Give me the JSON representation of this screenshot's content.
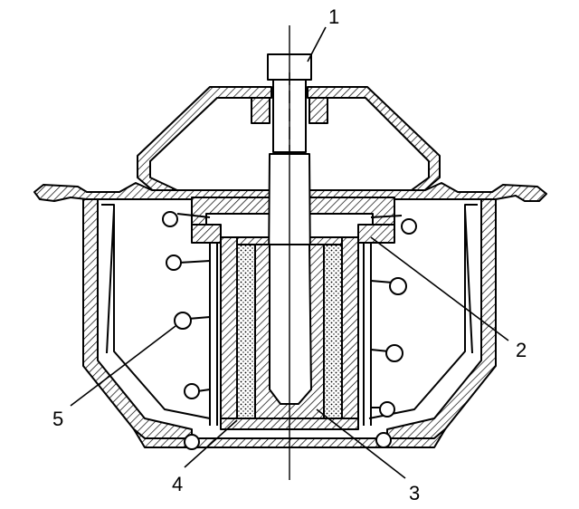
{
  "diagram": {
    "callouts": [
      {
        "id": "label-1",
        "text": "1"
      },
      {
        "id": "label-2",
        "text": "2"
      },
      {
        "id": "label-3",
        "text": "3"
      },
      {
        "id": "label-4",
        "text": "4"
      },
      {
        "id": "label-5",
        "text": "5"
      }
    ],
    "colors": {
      "ink": "#000000",
      "paper": "#ffffff"
    }
  }
}
